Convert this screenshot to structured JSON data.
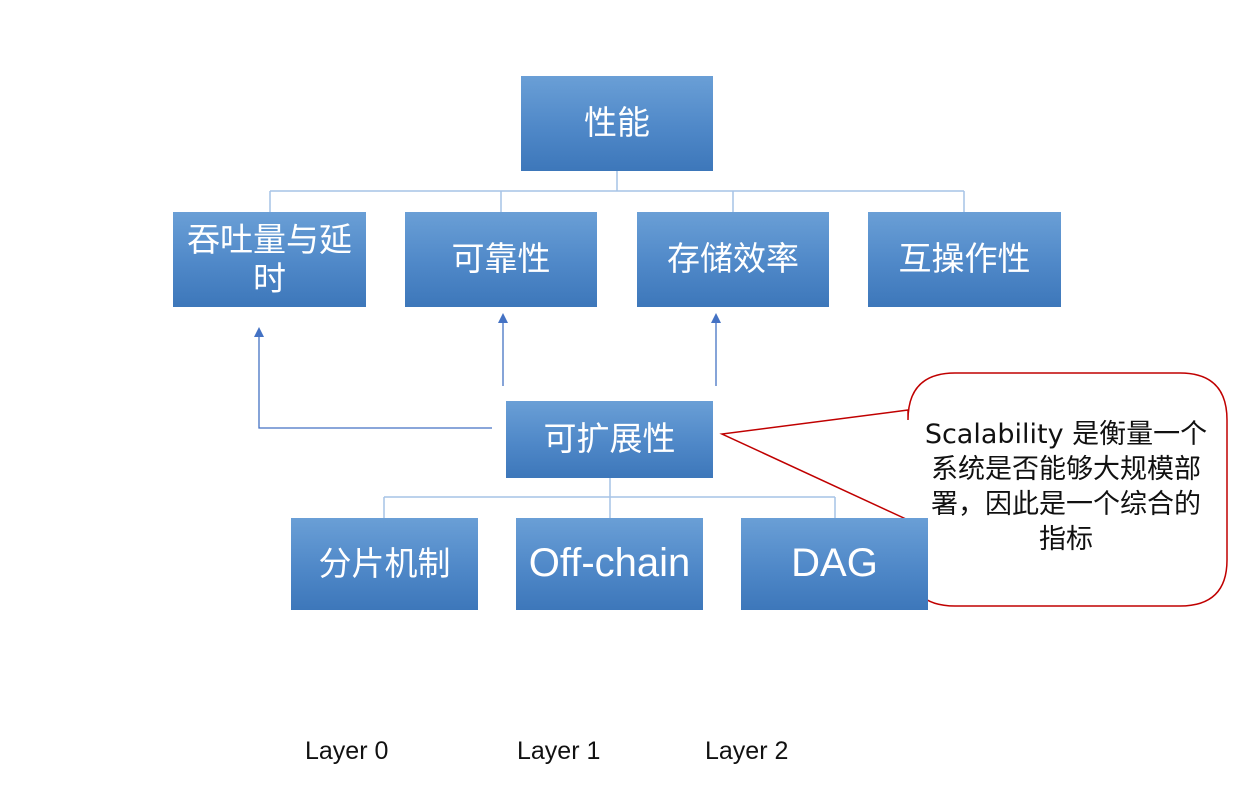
{
  "root": {
    "label": "性能"
  },
  "metrics": [
    {
      "label": "吞吐量与延时"
    },
    {
      "label": "可靠性"
    },
    {
      "label": "存储效率"
    },
    {
      "label": "互操作性"
    }
  ],
  "scalability": {
    "label": "可扩展性"
  },
  "solutions": [
    {
      "label": "分片机制"
    },
    {
      "label": "Off-chain"
    },
    {
      "label": "DAG"
    }
  ],
  "callout": {
    "text": "Scalability 是衡量一个系统是否能够大规模部署，因此是一个综合的指标"
  },
  "layers": [
    {
      "label": "Layer 0"
    },
    {
      "label": "Layer 1"
    },
    {
      "label": "Layer 2"
    }
  ],
  "colors": {
    "box_fill_top": "#6a9fd6",
    "box_fill_bottom": "#3d77ba",
    "tree_line": "#a6c3e6",
    "arrow": "#4472c4",
    "callout_border": "#c00000"
  }
}
